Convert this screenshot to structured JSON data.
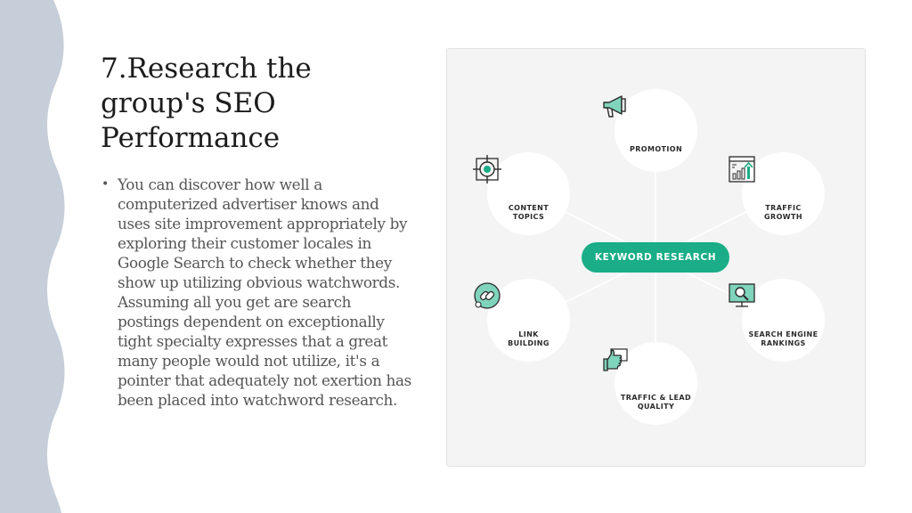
{
  "slide": {
    "title": "7.Research the group's SEO Performance",
    "bullet": "You can discover how well a computerized advertiser knows and uses site improvement appropriately by exploring their customer locales in Google Search to check whether they show up utilizing obvious watchwords. Assuming all you get are search postings dependent on exceptionally tight specialty expresses that a great many people would not utilize, it's a pointer that adequately not exertion has been placed into watchword research."
  },
  "diagram": {
    "center": "KEYWORD RESEARCH",
    "nodes": {
      "promotion": {
        "line1": "PROMOTION",
        "line2": "",
        "icon": "megaphone-icon"
      },
      "content": {
        "line1": "CONTENT",
        "line2": "TOPICS",
        "icon": "target-icon"
      },
      "traffic_growth": {
        "line1": "TRAFFIC",
        "line2": "GROWTH",
        "icon": "growth-chart-icon"
      },
      "link_building": {
        "line1": "LINK",
        "line2": "BUILDING",
        "icon": "link-icon"
      },
      "search_rankings": {
        "line1": "SEARCH ENGINE",
        "line2": "RANKINGS",
        "icon": "search-monitor-icon"
      },
      "traffic_lead": {
        "line1": "TRAFFIC & LEAD",
        "line2": "QUALITY",
        "icon": "thumbs-up-icon"
      }
    }
  },
  "colors": {
    "accent": "#1aad87",
    "wave": "#c5ced9",
    "text": "#555555",
    "panel": "#f4f4f4"
  }
}
